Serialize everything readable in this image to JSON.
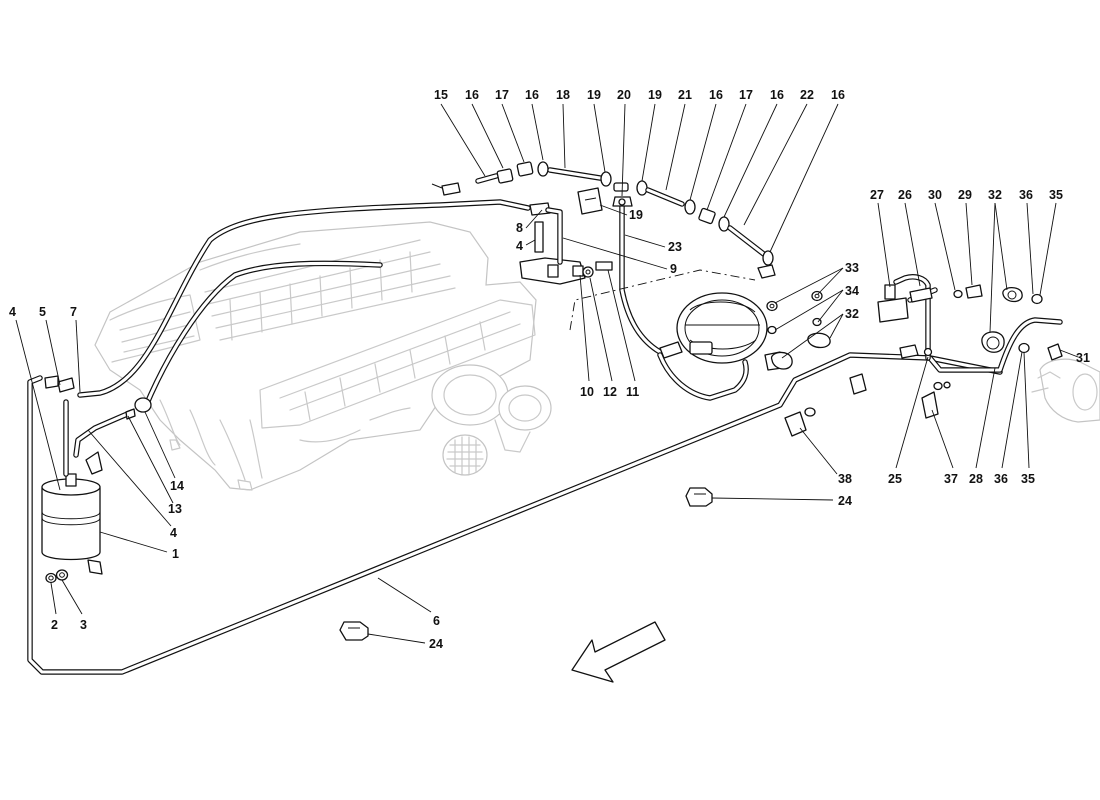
{
  "callouts": [
    {
      "id": "c-top-15",
      "text": "15"
    },
    {
      "id": "c-top-16a",
      "text": "16"
    },
    {
      "id": "c-top-17a",
      "text": "17"
    },
    {
      "id": "c-top-16b",
      "text": "16"
    },
    {
      "id": "c-top-18",
      "text": "18"
    },
    {
      "id": "c-top-19a",
      "text": "19"
    },
    {
      "id": "c-top-20",
      "text": "20"
    },
    {
      "id": "c-top-19b",
      "text": "19"
    },
    {
      "id": "c-top-21",
      "text": "21"
    },
    {
      "id": "c-top-16c",
      "text": "16"
    },
    {
      "id": "c-top-17b",
      "text": "17"
    },
    {
      "id": "c-top-16d",
      "text": "16"
    },
    {
      "id": "c-top-22",
      "text": "22"
    },
    {
      "id": "c-top-16e",
      "text": "16"
    },
    {
      "id": "c-8",
      "text": "8"
    },
    {
      "id": "c-4-mid",
      "text": "4"
    },
    {
      "id": "c-19-mid",
      "text": "19"
    },
    {
      "id": "c-23",
      "text": "23"
    },
    {
      "id": "c-9",
      "text": "9"
    },
    {
      "id": "c-10",
      "text": "10"
    },
    {
      "id": "c-12",
      "text": "12"
    },
    {
      "id": "c-11",
      "text": "11"
    },
    {
      "id": "c-4-left",
      "text": "4"
    },
    {
      "id": "c-5",
      "text": "5"
    },
    {
      "id": "c-7",
      "text": "7"
    },
    {
      "id": "c-14",
      "text": "14"
    },
    {
      "id": "c-13",
      "text": "13"
    },
    {
      "id": "c-4-low",
      "text": "4"
    },
    {
      "id": "c-1",
      "text": "1"
    },
    {
      "id": "c-2",
      "text": "2"
    },
    {
      "id": "c-3",
      "text": "3"
    },
    {
      "id": "c-6",
      "text": "6"
    },
    {
      "id": "c-24-low",
      "text": "24"
    },
    {
      "id": "c-24-mid",
      "text": "24"
    },
    {
      "id": "c-38",
      "text": "38"
    },
    {
      "id": "c-33",
      "text": "33"
    },
    {
      "id": "c-34",
      "text": "34"
    },
    {
      "id": "c-32-mid",
      "text": "32"
    },
    {
      "id": "c-27",
      "text": "27"
    },
    {
      "id": "c-26",
      "text": "26"
    },
    {
      "id": "c-30",
      "text": "30"
    },
    {
      "id": "c-29",
      "text": "29"
    },
    {
      "id": "c-32-top",
      "text": "32"
    },
    {
      "id": "c-36-top",
      "text": "36"
    },
    {
      "id": "c-35-top",
      "text": "35"
    },
    {
      "id": "c-31",
      "text": "31"
    },
    {
      "id": "c-25",
      "text": "25"
    },
    {
      "id": "c-37",
      "text": "37"
    },
    {
      "id": "c-28",
      "text": "28"
    },
    {
      "id": "c-36-low",
      "text": "36"
    },
    {
      "id": "c-35-low",
      "text": "35"
    }
  ]
}
